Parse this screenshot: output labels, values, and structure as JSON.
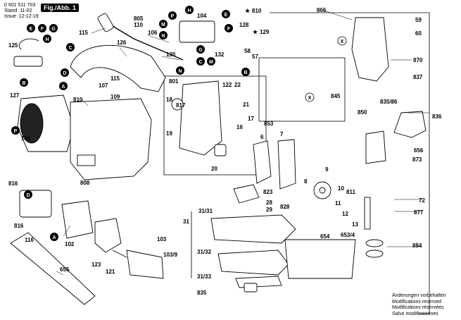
{
  "header": {
    "part_number": "0 601 511 703",
    "stand_label": "Stand",
    "stand_value": "11-02",
    "issue_label": "Issue",
    "issue_value": "12-12-19",
    "figure_tag": "Fig./Abb. 1"
  },
  "legend": {
    "star_810": "810",
    "star_129": "129"
  },
  "notes": [
    "Änderungen vorbehalten",
    "Modifications reserved",
    "Modifications réservées",
    "Salvo modificaciones"
  ],
  "callouts": {
    "E": "E",
    "F": "F",
    "G": "G",
    "H": "H",
    "C": "C",
    "D": "D",
    "A": "A",
    "B": "B",
    "P": "P",
    "M": "M",
    "N": "N",
    "X": "X"
  },
  "part_labels": {
    "p125": "125",
    "p115": "115",
    "p805": "805",
    "p110": "110",
    "p104": "104",
    "p128": "128",
    "p106": "106",
    "p126": "126",
    "p130": "130",
    "p132": "132",
    "p58": "58",
    "p57": "57",
    "p866": "866",
    "p59": "59",
    "p60": "60",
    "p870": "870",
    "p837": "837",
    "p835_86": "835/86",
    "p127": "127",
    "p810": "810",
    "p107": "107",
    "p109": "109",
    "p801": "801",
    "p18": "18",
    "p817": "817",
    "p122": "122",
    "p22": "22",
    "p21": "21",
    "p17": "17",
    "p19": "19",
    "p16": "16",
    "p20": "20",
    "p131": "131",
    "p853": "853",
    "p845": "845",
    "p850": "850",
    "p836": "836",
    "p6": "6",
    "p7": "7",
    "p656": "656",
    "p873": "873",
    "p808": "808",
    "p9": "9",
    "p8": "8",
    "p10": "10",
    "p811": "811",
    "p823": "823",
    "p28": "28",
    "p29": "29",
    "p828": "828",
    "p72": "72",
    "p877": "877",
    "p816a": "816",
    "p11": "11",
    "p816b": "816",
    "p12": "12",
    "p13": "13",
    "p116": "116",
    "p102": "102",
    "p31": "31",
    "p31_31": "31/31",
    "p654": "654",
    "p653_4": "653/4",
    "p103": "103",
    "p884": "884",
    "p103_9": "103/9",
    "p123": "123",
    "p121": "121",
    "p655": "655",
    "p31_32": "31/32",
    "p31_33": "31/33",
    "p835": "835"
  }
}
